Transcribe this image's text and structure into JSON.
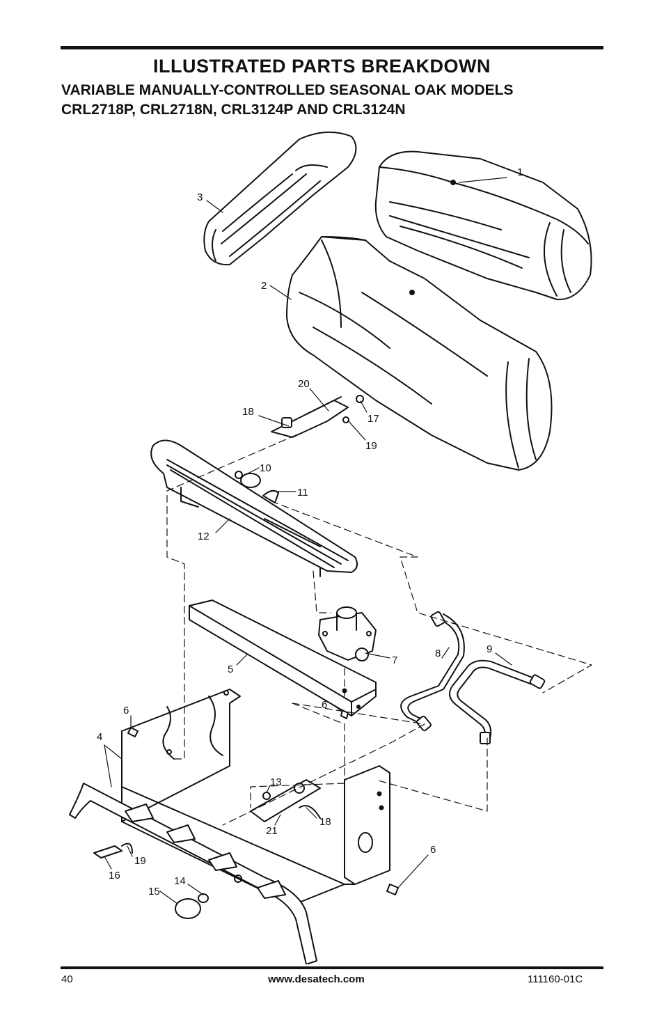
{
  "header": {
    "title": "ILLUSTRATED PARTS BREAKDOWN",
    "subtitle_line1": "VARIABLE MANUALLY-CONTROLLED SEASONAL OAK MODELS",
    "subtitle_line2": "CRL2718P, CRL2718N, CRL3124P AND CRL3124N"
  },
  "diagram": {
    "callouts": [
      "1",
      "2",
      "3",
      "20",
      "18",
      "17",
      "19",
      "10",
      "11",
      "12",
      "7",
      "5",
      "8",
      "9",
      "6",
      "6",
      "4",
      "13",
      "18",
      "21",
      "6",
      "19",
      "16",
      "14",
      "15"
    ]
  },
  "footer": {
    "page_number": "40",
    "website": "www.desatech.com",
    "doc_number": "111160-01C"
  }
}
